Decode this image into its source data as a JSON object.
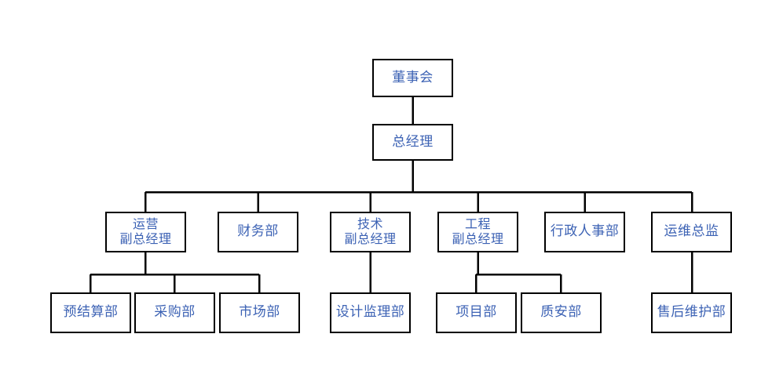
{
  "chart_data": {
    "type": "diagram",
    "subtype": "organization-chart",
    "title": "",
    "orientation": "top-down",
    "colors": {
      "background": "#ffffff",
      "box_fill": "#ffffff",
      "box_border": "#000000",
      "text": "#3c62b4",
      "connector": "#000000"
    },
    "levels": [
      {
        "level": 1,
        "nodes": [
          "board"
        ]
      },
      {
        "level": 2,
        "nodes": [
          "general-manager"
        ]
      },
      {
        "level": 3,
        "nodes": [
          "ops-vp",
          "finance-dept",
          "tech-vp",
          "eng-vp",
          "admin-hr-dept",
          "ops-maint-director"
        ]
      },
      {
        "level": 4,
        "nodes": [
          "budget-dept",
          "purchasing-dept",
          "marketing-dept",
          "design-supervision-dept",
          "project-dept",
          "quality-safety-dept",
          "after-sales-dept"
        ]
      }
    ],
    "edges": [
      {
        "from": "board",
        "to": "general-manager"
      },
      {
        "from": "general-manager",
        "to": "ops-vp"
      },
      {
        "from": "general-manager",
        "to": "finance-dept"
      },
      {
        "from": "general-manager",
        "to": "tech-vp"
      },
      {
        "from": "general-manager",
        "to": "eng-vp"
      },
      {
        "from": "general-manager",
        "to": "admin-hr-dept"
      },
      {
        "from": "general-manager",
        "to": "ops-maint-director"
      },
      {
        "from": "ops-vp",
        "to": "budget-dept"
      },
      {
        "from": "ops-vp",
        "to": "purchasing-dept"
      },
      {
        "from": "ops-vp",
        "to": "marketing-dept"
      },
      {
        "from": "tech-vp",
        "to": "design-supervision-dept"
      },
      {
        "from": "eng-vp",
        "to": "project-dept"
      },
      {
        "from": "eng-vp",
        "to": "quality-safety-dept"
      },
      {
        "from": "ops-maint-director",
        "to": "after-sales-dept"
      }
    ]
  },
  "nodes": {
    "board": {
      "label": "董事会"
    },
    "general_manager": {
      "label": "总经理"
    },
    "ops_vp": {
      "label": "运营\n副总经理"
    },
    "finance_dept": {
      "label": "财务部"
    },
    "tech_vp": {
      "label": "技术\n副总经理"
    },
    "eng_vp": {
      "label": "工程\n副总经理"
    },
    "admin_hr_dept": {
      "label": "行政人事部"
    },
    "ops_maint_director": {
      "label": "运维总监"
    },
    "budget_dept": {
      "label": "预结算部"
    },
    "purchasing_dept": {
      "label": "采购部"
    },
    "marketing_dept": {
      "label": "市场部"
    },
    "design_supervision_dept": {
      "label": "设计监理部"
    },
    "project_dept": {
      "label": "项目部"
    },
    "quality_safety_dept": {
      "label": "质安部"
    },
    "after_sales_dept": {
      "label": "售后维护部"
    }
  }
}
